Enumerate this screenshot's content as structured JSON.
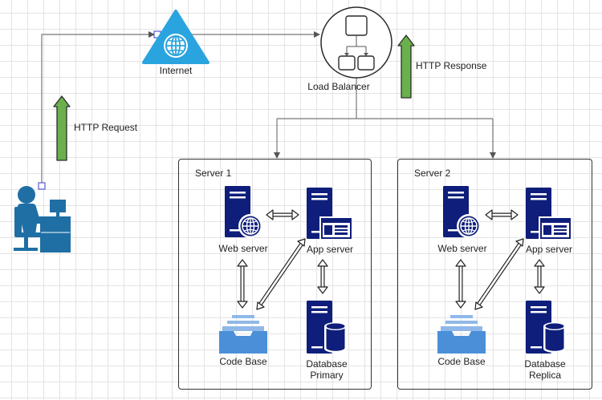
{
  "colors": {
    "navy": "#0e1e7a",
    "blue_mid": "#1a3c9e",
    "user_blue": "#1f6fa5",
    "triangle_blue": "#2aa4df",
    "arrow_green": "#6ab04c",
    "codebase_blue": "#4a8fd8",
    "line": "#777777"
  },
  "labels": {
    "internet": "Internet",
    "load_balancer": "Load Balancer",
    "http_request": "HTTP Request",
    "http_response": "HTTP Response"
  },
  "servers": [
    {
      "title": "Server 1",
      "web_server": "Web server",
      "app_server": "App server",
      "code_base": "Code Base",
      "database_line1": "Database",
      "database_line2": "Primary"
    },
    {
      "title": "Server 2",
      "web_server": "Web server",
      "app_server": "App server",
      "code_base": "Code Base",
      "database_line1": "Database",
      "database_line2": "Replica"
    }
  ]
}
